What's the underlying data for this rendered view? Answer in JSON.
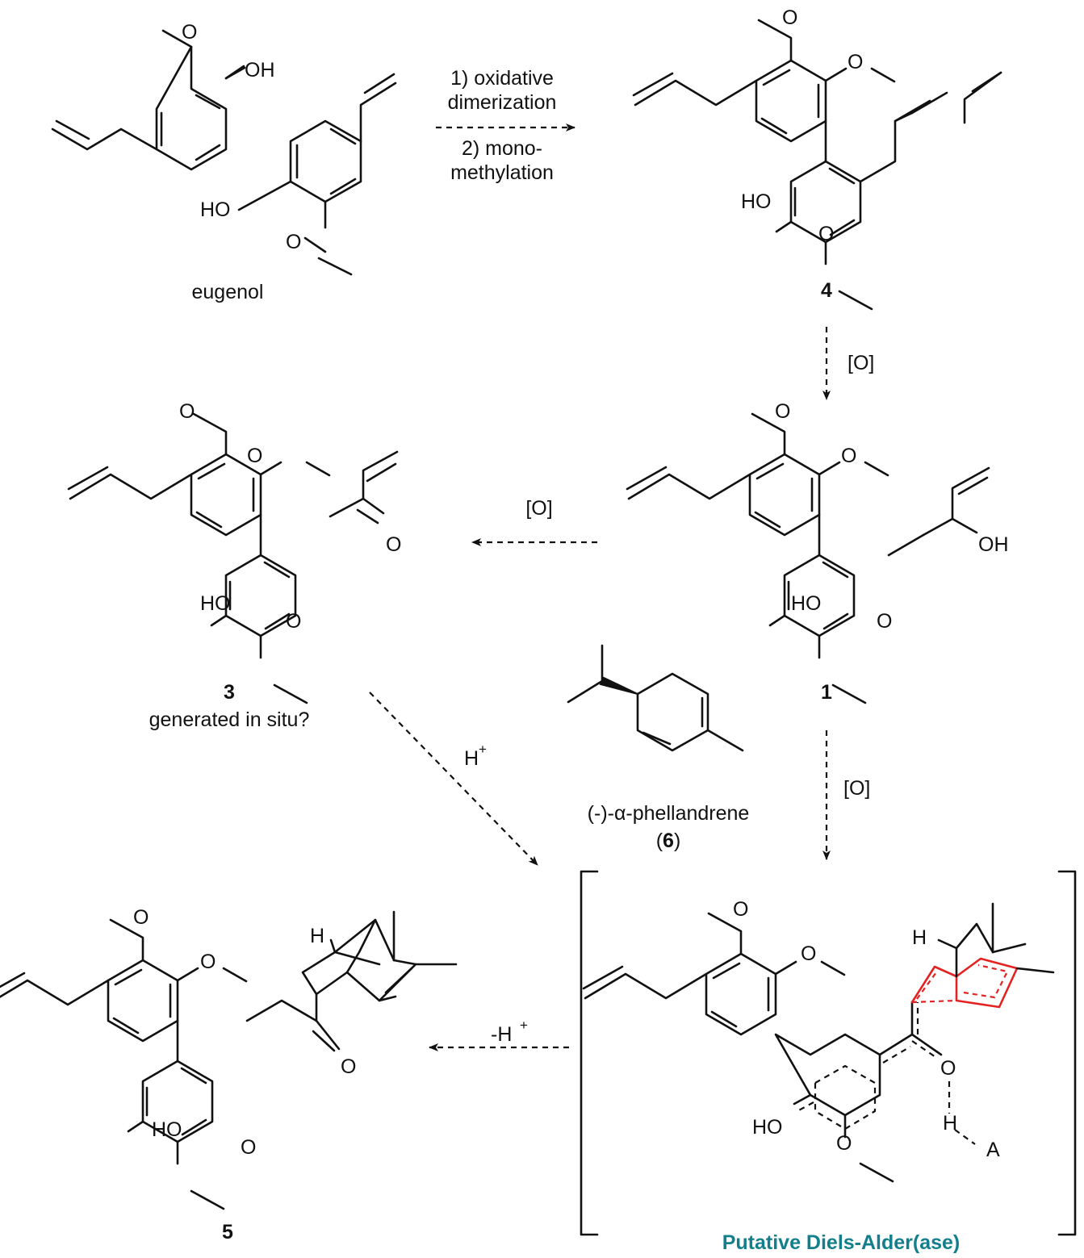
{
  "compounds": {
    "eugenol": "eugenol",
    "c4": "4",
    "c1": "1",
    "c3": "3",
    "c3_note": "generated in situ?",
    "c5": "5",
    "c6_name": "(-)-α-phellandrene",
    "c6_open": "(",
    "c6_num": "6",
    "c6_close": ")",
    "ts_label": "Putative Diels-Alder(ase)"
  },
  "arrows": {
    "step1": "1) oxidative",
    "step1b": "dimerization",
    "step2": "2) mono-",
    "step2b": "methylation",
    "ox1": "[O]",
    "ox2": "[O]",
    "ox3": "[O]",
    "acid": "H",
    "acid_sup": "+",
    "deprot": "-H",
    "deprot_sup": "+"
  },
  "atoms": {
    "oh": "OH",
    "ho": "HO",
    "o": "O",
    "h": "H",
    "a": "A"
  },
  "colors": {
    "ink": "#111111",
    "highlight": "#e32222",
    "title": "#137f8c"
  }
}
